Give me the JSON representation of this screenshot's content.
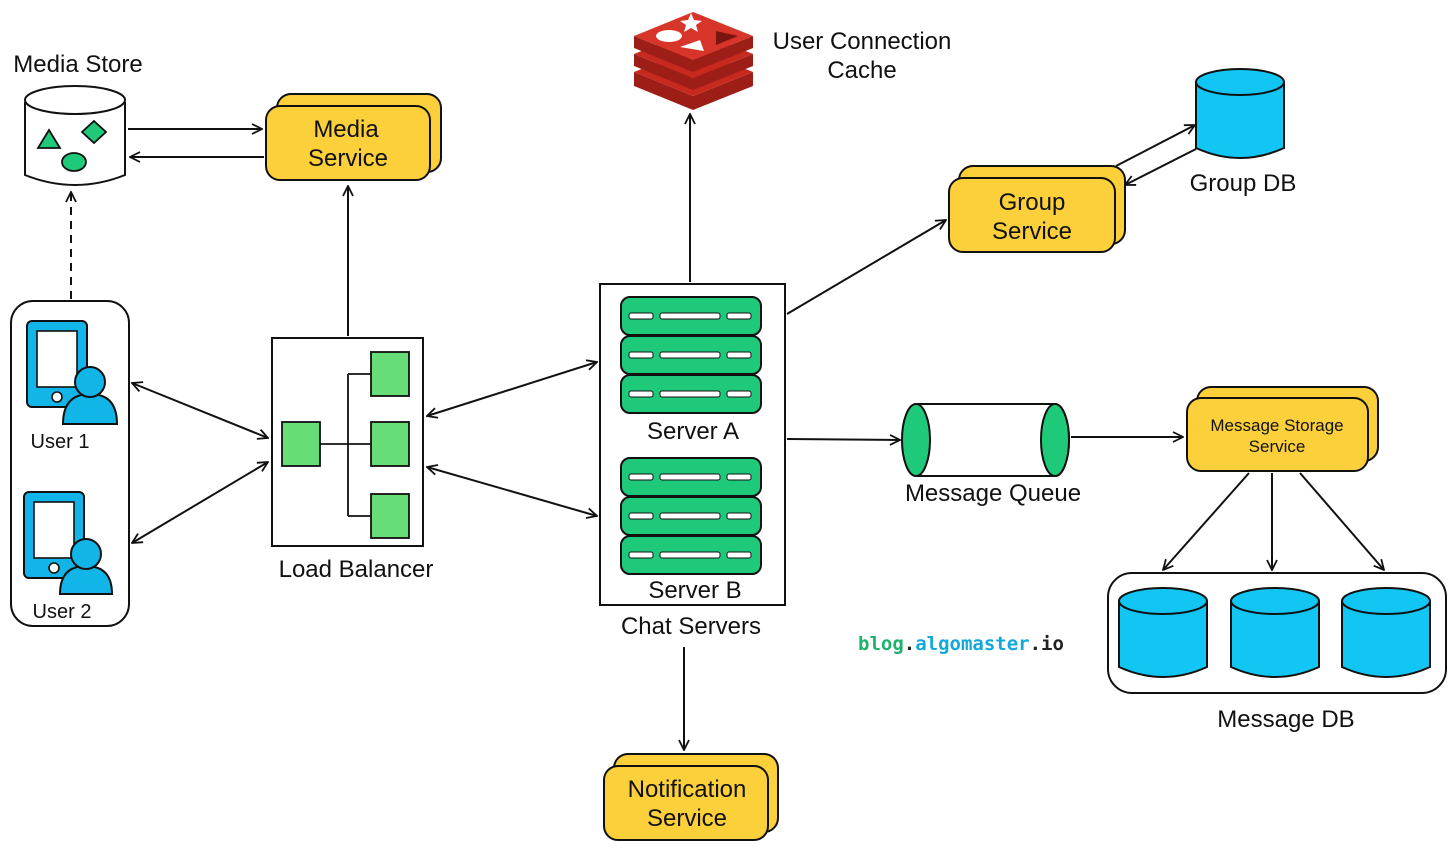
{
  "colors": {
    "service_fill": "#fcd03a",
    "db_fill": "#12c6f4",
    "server_fill": "#1ec97a",
    "lb_node_fill": "#66dd77",
    "queue_fill": "#1ec97a",
    "user_icon": "#12b5e8",
    "redis_red": "#c8291f",
    "redis_dark": "#9c1e17",
    "watermark_green": "#1db36b",
    "watermark_blue": "#12a8dc",
    "watermark_dark": "#222222",
    "stroke": "#111111"
  },
  "icons": {
    "media_store": "database-icon",
    "redis": "redis-stack-icon",
    "user": "mobile-user-icon",
    "server": "server-rack-icon",
    "queue": "queue-cylinder-icon",
    "db": "database-cylinder-icon",
    "load_balancer": "tree-nodes-icon"
  },
  "media_store": {
    "label": "Media Store"
  },
  "media_service": {
    "line1": "Media",
    "line2": "Service"
  },
  "user_connection_cache": {
    "line1": "User Connection",
    "line2": "Cache"
  },
  "group_service": {
    "line1": "Group",
    "line2": "Service"
  },
  "group_db": {
    "label": "Group DB"
  },
  "users": [
    {
      "label": "User 1"
    },
    {
      "label": "User 2"
    }
  ],
  "load_balancer": {
    "label": "Load Balancer"
  },
  "chat_servers": {
    "label": "Chat Servers",
    "servers": [
      {
        "label": "Server A"
      },
      {
        "label": "Server B"
      }
    ]
  },
  "message_queue": {
    "label": "Message Queue"
  },
  "message_storage_service": {
    "line1": "Message Storage",
    "line2": "Service"
  },
  "message_db": {
    "label": "Message DB"
  },
  "notification_service": {
    "line1": "Notification",
    "line2": "Service"
  },
  "watermark": {
    "part1": "blog",
    "part2": ".",
    "part3": "algomaster",
    "part4": ".io"
  }
}
